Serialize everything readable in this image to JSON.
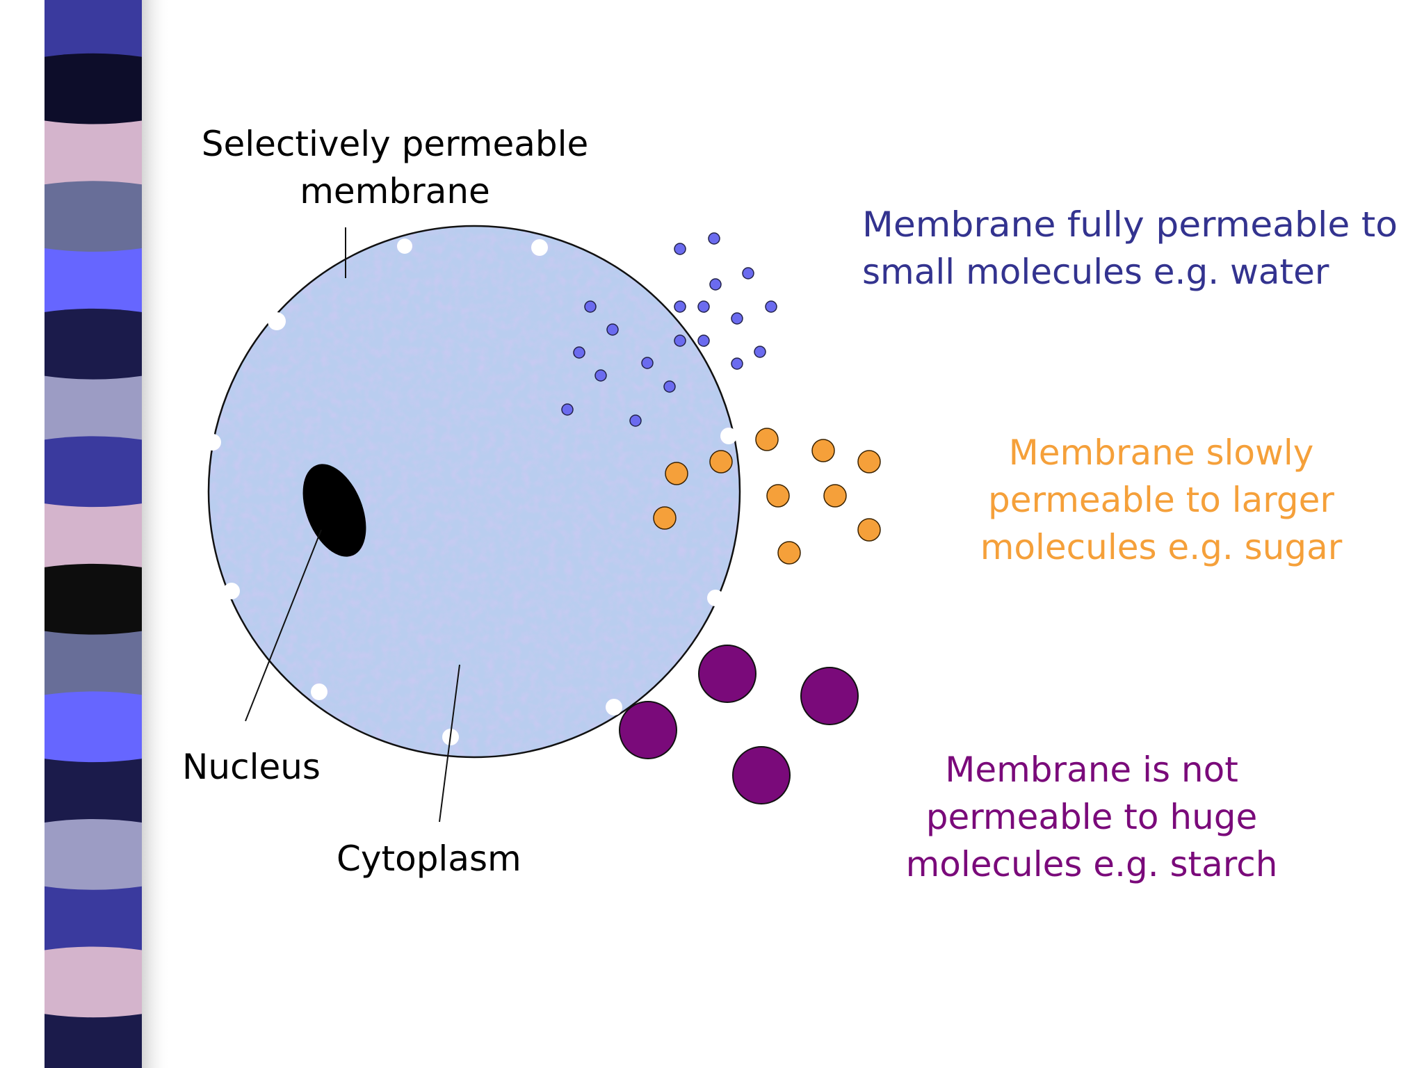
{
  "labels": {
    "membrane": [
      "Selectively permeable",
      "membrane"
    ],
    "nucleus": "Nucleus",
    "cytoplasm": "Cytoplasm",
    "small": [
      "Membrane fully permeable to",
      "small molecules e.g. water"
    ],
    "larger": [
      "Membrane slowly",
      "permeable to larger",
      "molecules e.g. sugar"
    ],
    "huge": [
      "Membrane is not",
      "permeable to huge",
      "molecules e.g. starch"
    ]
  },
  "colors": {
    "small_text": "#33338f",
    "small_dot": "#6b6bef",
    "larger": "#f5a03a",
    "huge": "#7a0a7a",
    "cytoplasm": "#b9cdef",
    "nucleus": "#000000",
    "membrane_line": "#111111"
  },
  "stripes": [
    "#3a3a9e",
    "#0d0d2a",
    "#d4b4cc",
    "#686e98",
    "#6666ff",
    "#1b1b4b",
    "#9c9cc4",
    "#3a3a9e",
    "#d4b4cc",
    "#0d0d0d",
    "#686e98",
    "#6666ff",
    "#1b1b4b",
    "#9c9cc4",
    "#3a3a9e",
    "#d4b4cc",
    "#1b1b4b"
  ]
}
